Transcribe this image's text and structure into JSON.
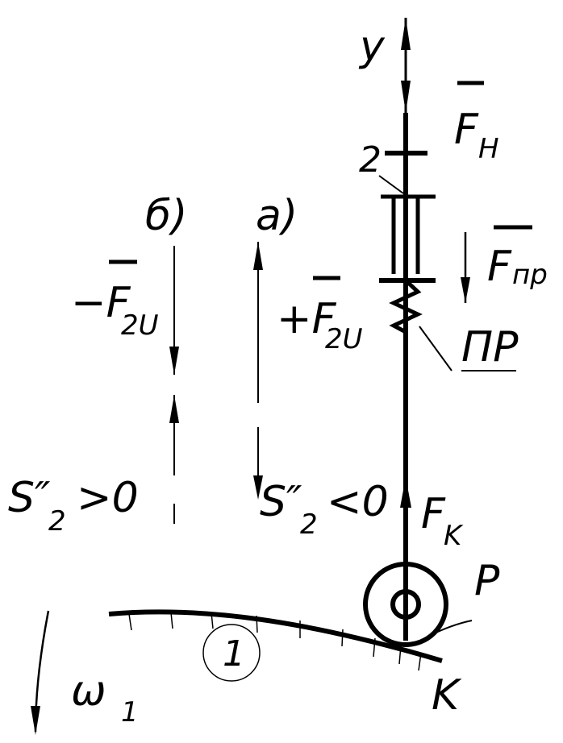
{
  "labels": {
    "y_axis": "y",
    "F_H": "F",
    "F_H_sub": "Н",
    "link_2": "2",
    "b_case": "б)",
    "a_case": "а)",
    "F_spring": "F",
    "F_spring_sub": "пр",
    "minus_F2U": "−F",
    "minus_F2U_sub": "2U",
    "plus_F2U": "+F",
    "plus_F2U_sub": "2U",
    "spring": "ПР",
    "S2_pos": "S″",
    "S2_pos_sub": "2",
    "S2_pos_cond": ">0",
    "S2_neg": "S″",
    "S2_neg_sub": "2",
    "S2_neg_cond": "<0",
    "F_K": "F",
    "F_K_sub": "K",
    "roller": "P",
    "cam_num": "1",
    "contact": "K",
    "omega": "ω",
    "omega_sub": "1"
  }
}
